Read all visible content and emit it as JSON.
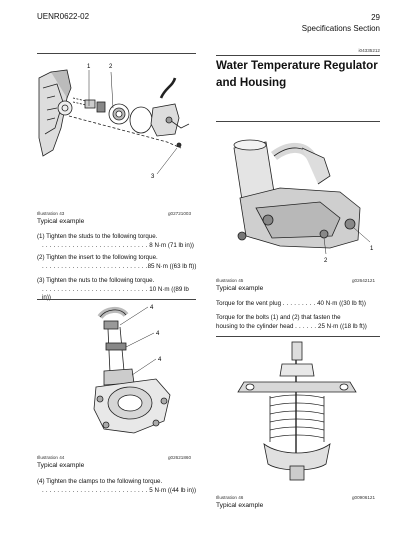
{
  "header": {
    "doc_id": "UENR0622-02",
    "page_number": "29",
    "section": "Specifications Section"
  },
  "left": {
    "ill43": {
      "label": "Illustration 43",
      "ref": "g02721003",
      "caption": "Typical example",
      "callouts": [
        "1",
        "2",
        "3"
      ]
    },
    "steps_a": [
      {
        "text": "(1) Tighten the studs to the following torque.",
        "dots": ". . . . . . . . . . . . . . . . . . . . . . . . . . . .",
        "value": "8 N·m (71 lb in))"
      },
      {
        "text": "(2) Tighten the insert to the following torque.",
        "dots": ". . . . . . . . . . . . . . . . . . . . . . . . . . . .",
        "value": "85 N·m ((63 lb ft))"
      },
      {
        "text": "(3) Tighten the nuts to the following torque.",
        "dots": ". . . . . . . . . . . . . . . . . . . . . . . . . . . .",
        "value": "10 N·m ((89 lb in))"
      }
    ],
    "ill44": {
      "label": "Illustration 44",
      "ref": "g02621860",
      "caption": "Typical example",
      "callouts": [
        "4",
        "4",
        "4"
      ]
    },
    "step_b": {
      "text": "(4) Tighten the clamps to the following torque.",
      "dots": ". . . . . . . . . . . . . . . . . . . . . . . . . . . .",
      "value": "5 N·m ((44 lb in))"
    }
  },
  "right": {
    "doc_ref": "i04335212",
    "title_line1": "Water Temperature Regulator",
    "title_line2": "and Housing",
    "ill45": {
      "label": "Illustration 45",
      "ref": "g02642121",
      "caption": "Typical example",
      "callouts": [
        "1",
        "2"
      ]
    },
    "vent": {
      "text": "Torque for the vent plug",
      "dots": ". . . . . . . . .",
      "value": "40 N·m ((30 lb ft))"
    },
    "bolts": {
      "line1": "Torque for the bolts (1) and (2) that fasten the",
      "line2": "housing to the cylinder head",
      "dots": ". . . . . .",
      "value": "25 N·m ((18 lb ft))"
    },
    "ill46": {
      "label": "Illustration 46",
      "ref": "g00906121",
      "caption": "Typical example"
    }
  }
}
